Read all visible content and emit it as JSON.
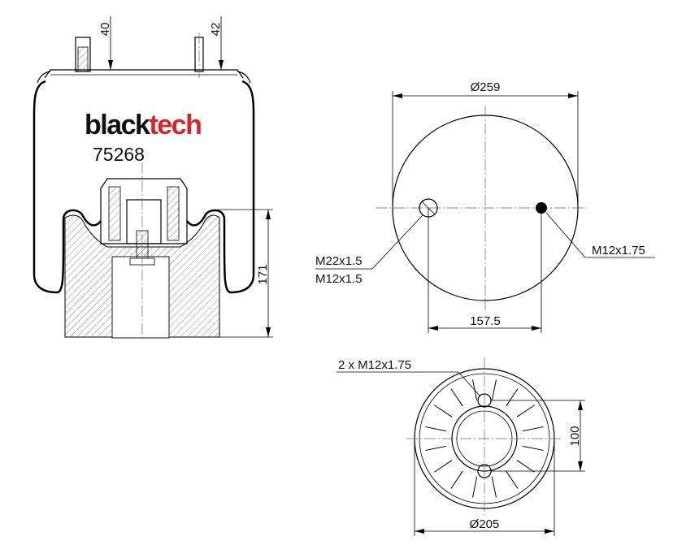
{
  "brand": {
    "part1": "black",
    "part2": "tech",
    "color1": "#111111",
    "color2": "#d6262b"
  },
  "part_number": "75268",
  "dimensions": {
    "top_left": "40",
    "top_right": "42",
    "height": "171",
    "outer_diameter": "Ø259",
    "hole_spacing": "157.5",
    "bottom_spacing": "100",
    "base_diameter": "Ø205"
  },
  "threads": {
    "left_hole_a": "M22x1.5",
    "left_hole_b": "M12x1.5",
    "right_hole": "M12x1.75",
    "base_holes": "2 x M12x1.75"
  }
}
